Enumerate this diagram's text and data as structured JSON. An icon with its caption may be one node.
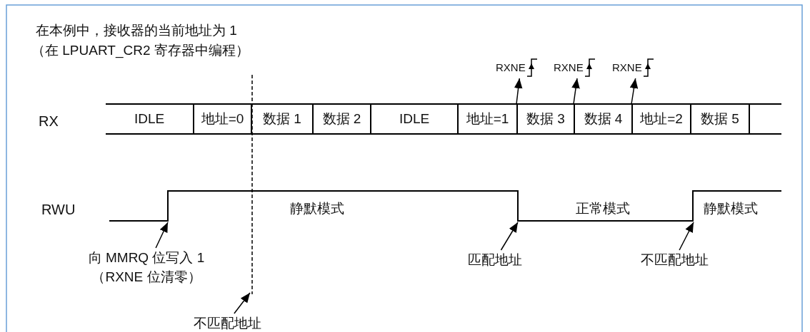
{
  "diagram": {
    "nodes": [
      {
        "text": [
          "RXNE"
        ]
      },
      {
        "text": [
          "RXNE"
        ]
      },
      {
        "text": [
          "RXNE"
        ]
      },
      {
        "text": [
          "IDLE"
        ]
      },
      {
        "text": [
          "地址=0"
        ]
      },
      {
        "text": [
          "数据 1"
        ]
      },
      {
        "text": [
          "数据 2"
        ]
      },
      {
        "text": [
          "IDLE"
        ]
      },
      {
        "text": [
          "地址=1"
        ]
      },
      {
        "text": [
          "数据 3"
        ]
      },
      {
        "text": [
          "数据 4"
        ]
      },
      {
        "text": [
          "地址=2"
        ]
      },
      {
        "text": [
          "数据 5"
        ]
      },
      {
        "text": [
          "向 MMRQ 位写入 1 （RXNE 位清零）"
        ]
      },
      {
        "text": [
          "匹配地址"
        ]
      },
      {
        "text": [
          "不匹配地址"
        ]
      },
      {
        "text": [
          "不匹配地址"
        ]
      },
      {
        "text": [],
        "shape": "line"
      }
    ],
    "edges": [
      {
        "from": 8,
        "to": 0,
        "arrow": "to"
      },
      {
        "from": 9,
        "to": 1,
        "arrow": "to"
      },
      {
        "from": 10,
        "to": 2,
        "arrow": "to"
      },
      {
        "from": 13,
        "to": 17,
        "arrow": "to"
      },
      {
        "from": 14,
        "to": 17,
        "arrow": "to"
      },
      {
        "from": 15,
        "to": 17,
        "arrow": "to"
      },
      {
        "from": 16,
        "to": null,
        "arrow": "to"
      }
    ],
    "labels": [
      "在本例中，接收器的当前地址为 1",
      "（在 LPUART_CR2 寄存器中编程）",
      "RX",
      "RWU",
      "静默模式",
      "正常模式",
      "静默模式"
    ]
  }
}
